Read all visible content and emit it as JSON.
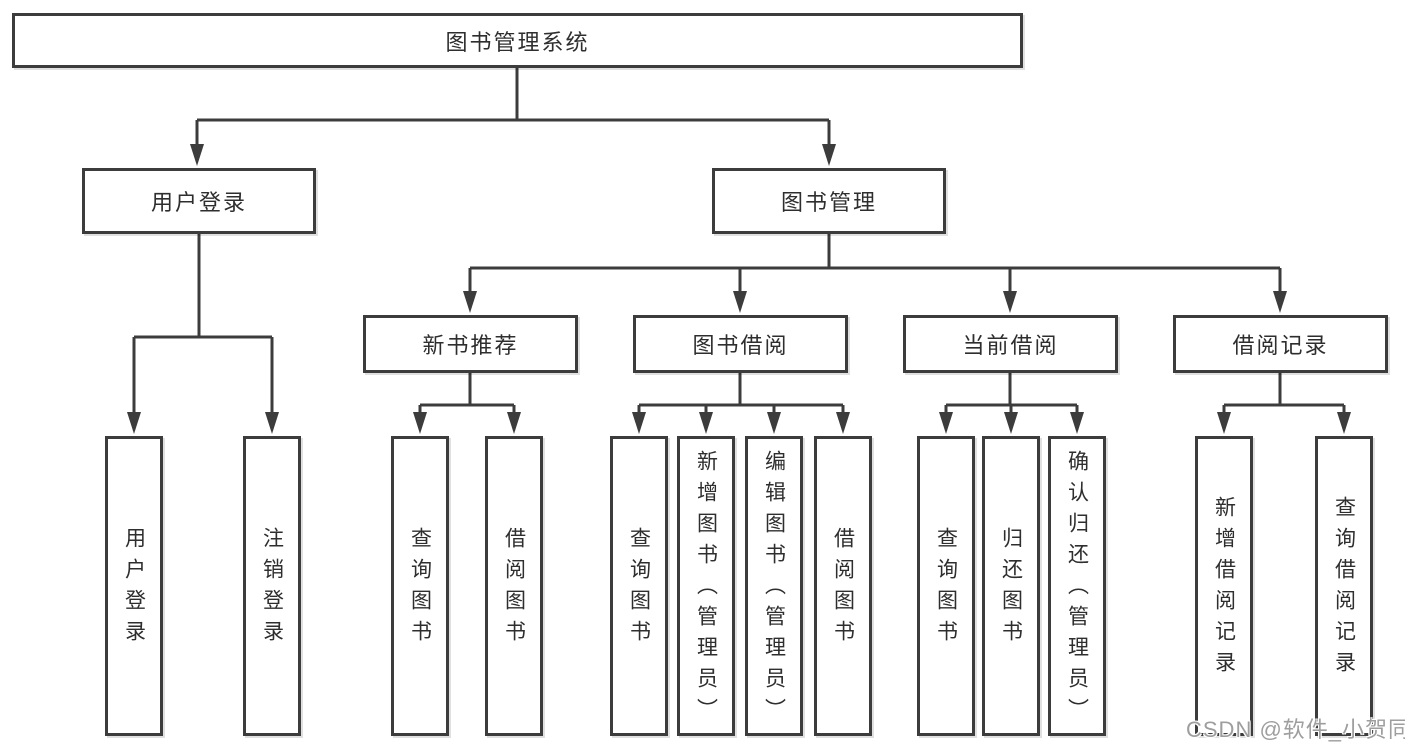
{
  "colors": {
    "background": "#ffffff",
    "line": "#3c3c3c",
    "box_border": "#3c3c3c",
    "text": "#2e2e2e",
    "watermark": "#9e9e9e"
  },
  "tree": {
    "root": "图书管理系统",
    "login": {
      "label": "用户登录",
      "leaves": [
        "用户登录",
        "注销登录"
      ]
    },
    "mgmt": {
      "label": "图书管理",
      "groups": [
        {
          "label": "新书推荐",
          "leaves": [
            "查询图书",
            "借阅图书"
          ]
        },
        {
          "label": "图书借阅",
          "leaves": [
            "查询图书",
            "新增图书（管理员）",
            "编辑图书（管理员）",
            "借阅图书"
          ]
        },
        {
          "label": "当前借阅",
          "leaves": [
            "查询图书",
            "归还图书",
            "确认归还（管理员）"
          ]
        },
        {
          "label": "借阅记录",
          "leaves": [
            "新增借阅记录",
            "查询借阅记录"
          ]
        }
      ]
    }
  },
  "watermark": {
    "text": "CSDN @软件_小贺同学"
  }
}
